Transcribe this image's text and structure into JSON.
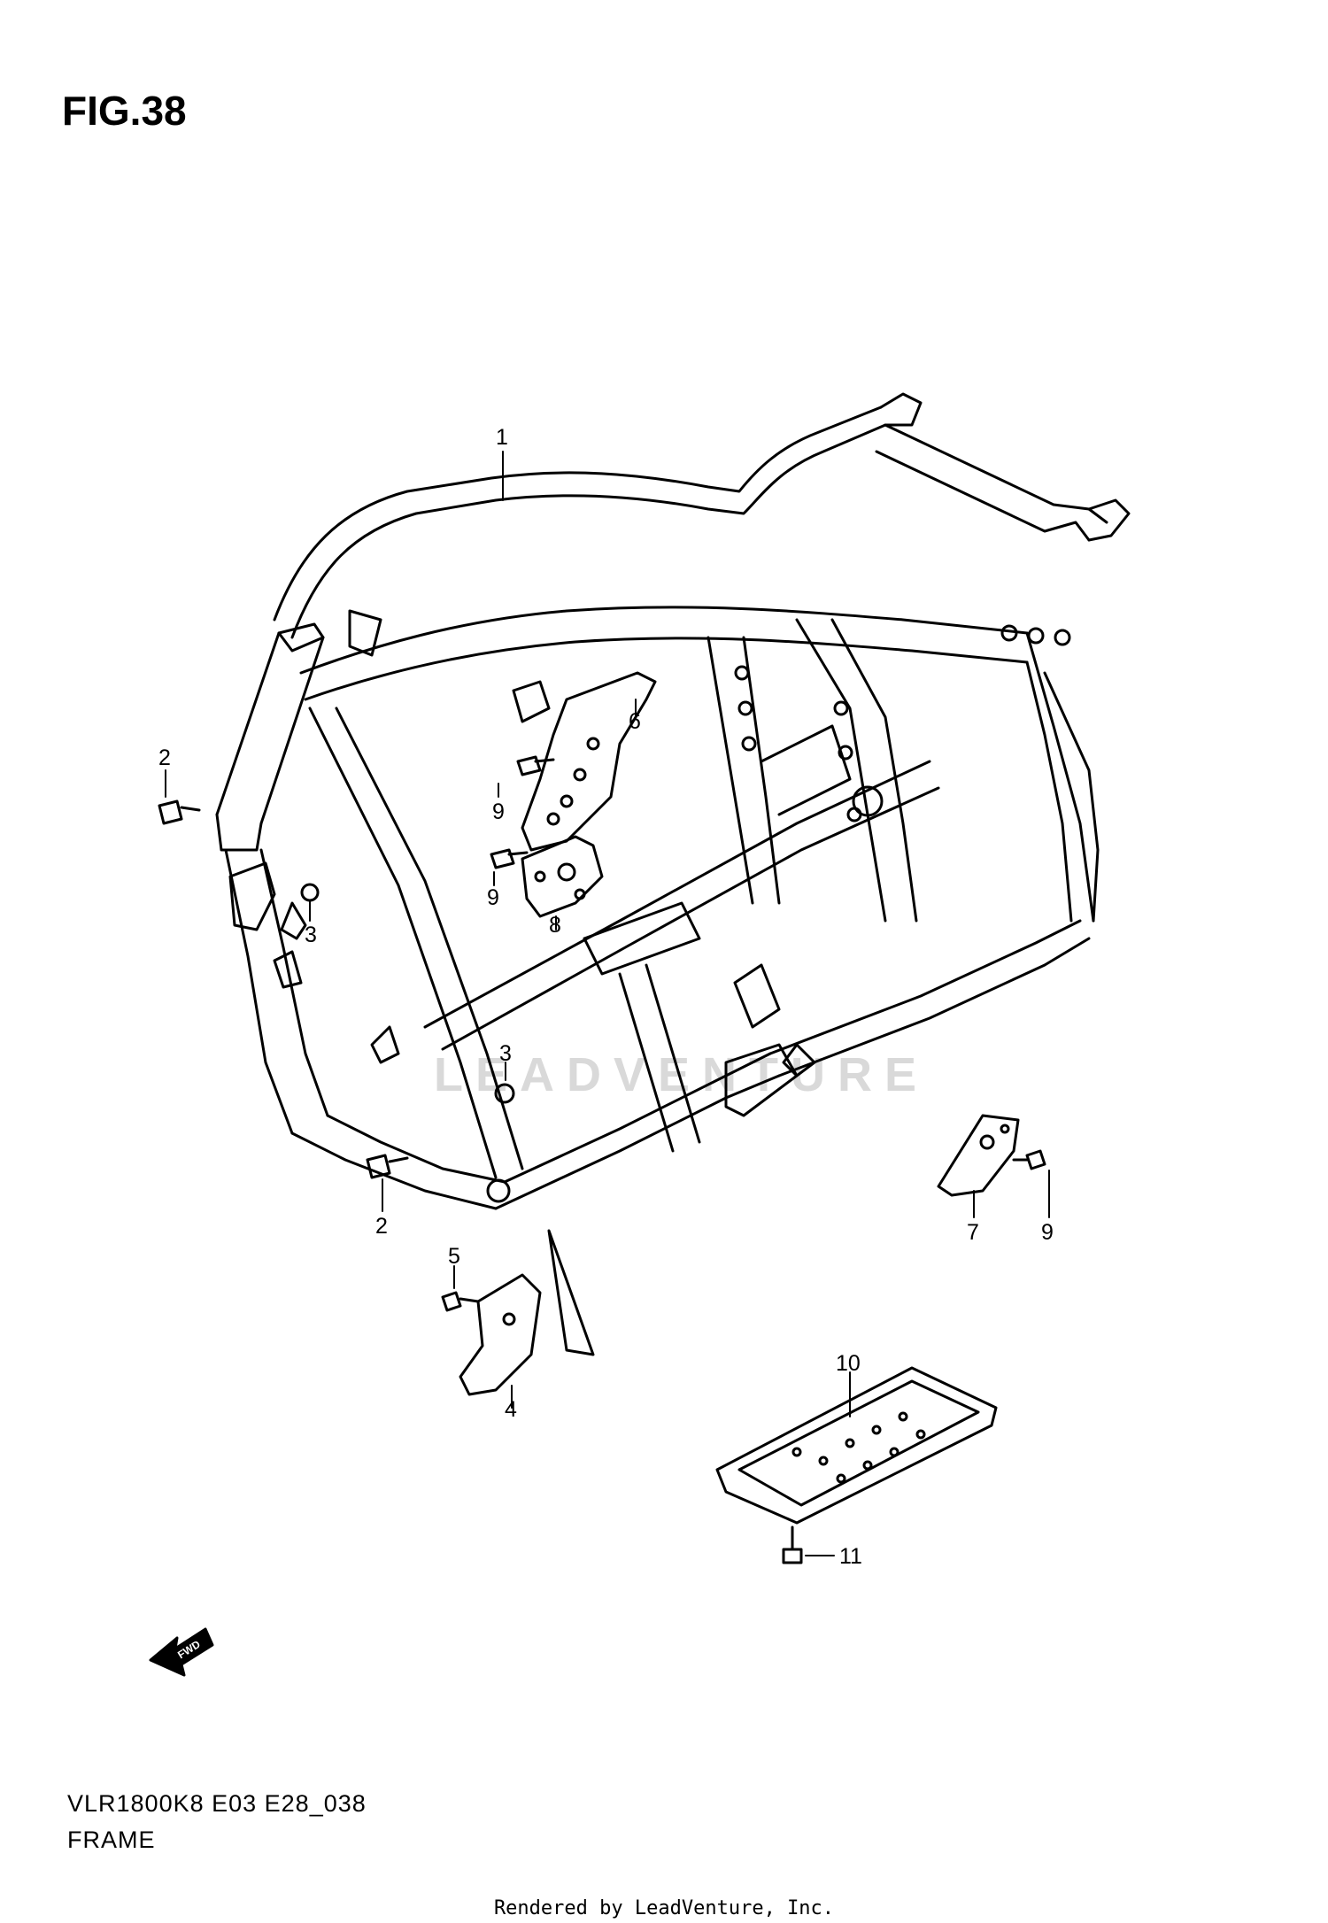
{
  "figure": {
    "title": "FIG.38"
  },
  "watermark": "LEADVENTURE",
  "fwd_badge": "FWD",
  "callouts": [
    "1",
    "2",
    "3",
    "6",
    "9",
    "9",
    "8",
    "3",
    "2",
    "5",
    "4",
    "7",
    "9",
    "10",
    "11"
  ],
  "caption": {
    "model_code": "VLR1800K8 E03 E28_038",
    "part_name": "FRAME"
  },
  "footer": "Rendered by LeadVenture, Inc."
}
